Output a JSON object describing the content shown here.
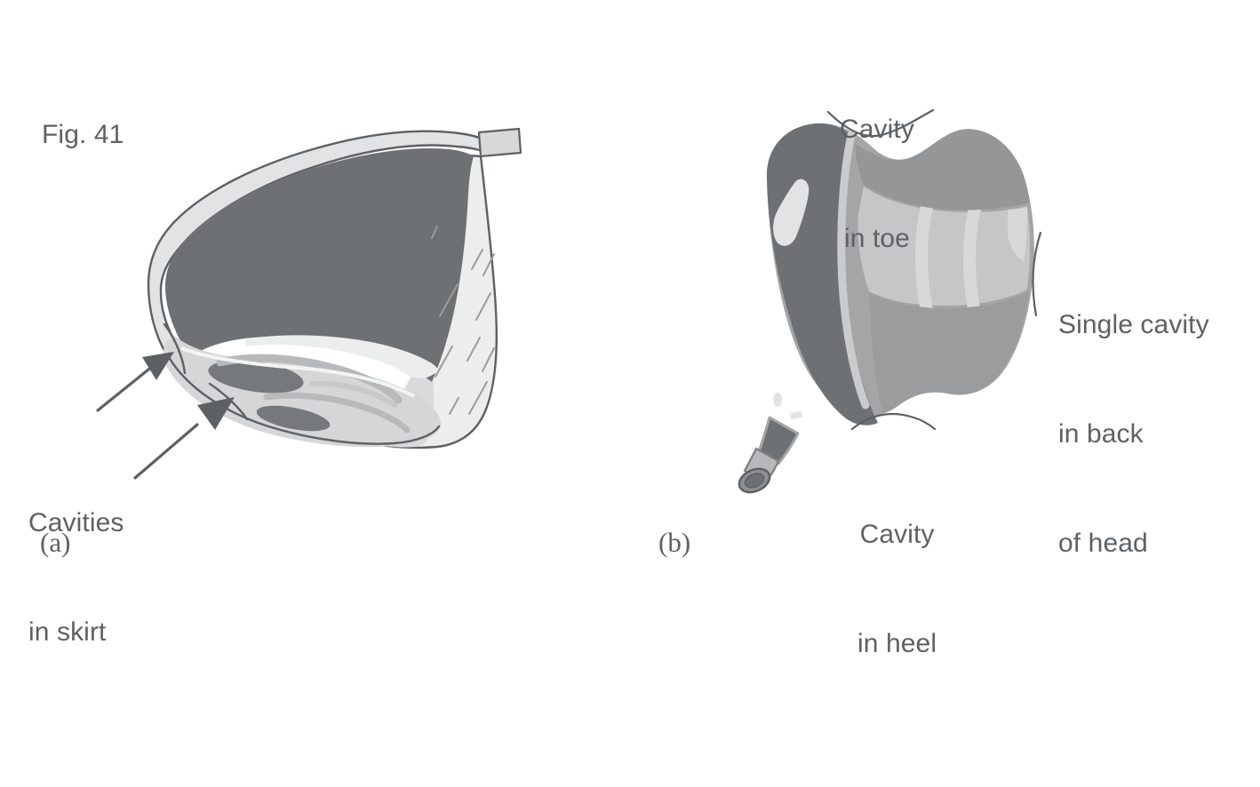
{
  "figure": {
    "number_label": "Fig. 41",
    "background_color": "#ffffff",
    "text_color": "#5e6164",
    "line_color": "#5e6164",
    "palette": {
      "dark_gray": "#6e7173",
      "mid_gray": "#a3a5a7",
      "light_gray": "#c9cbcc",
      "pale_gray": "#e2e3e4",
      "near_white": "#eeefef",
      "outline": "#5e6164"
    }
  },
  "panels": [
    {
      "id": "a",
      "letter": "(a)",
      "title": "Cutaway view of driver head showing skirt cavities",
      "annotations": [
        {
          "name": "cavities-in-skirt",
          "line1": "Cavities",
          "line2": "in skirt",
          "arrow_count": 2
        }
      ]
    },
    {
      "id": "b",
      "letter": "(b)",
      "title": "Rear view of driver head showing back cavity",
      "annotations": [
        {
          "name": "cavity-in-toe",
          "line1": "Cavity",
          "line2": "in toe"
        },
        {
          "name": "single-cavity-in-back-of-head",
          "line1": "Single cavity",
          "line2": "in back",
          "line3": "of head"
        },
        {
          "name": "cavity-in-heel",
          "line1": "Cavity",
          "line2": "in heel"
        }
      ]
    }
  ]
}
